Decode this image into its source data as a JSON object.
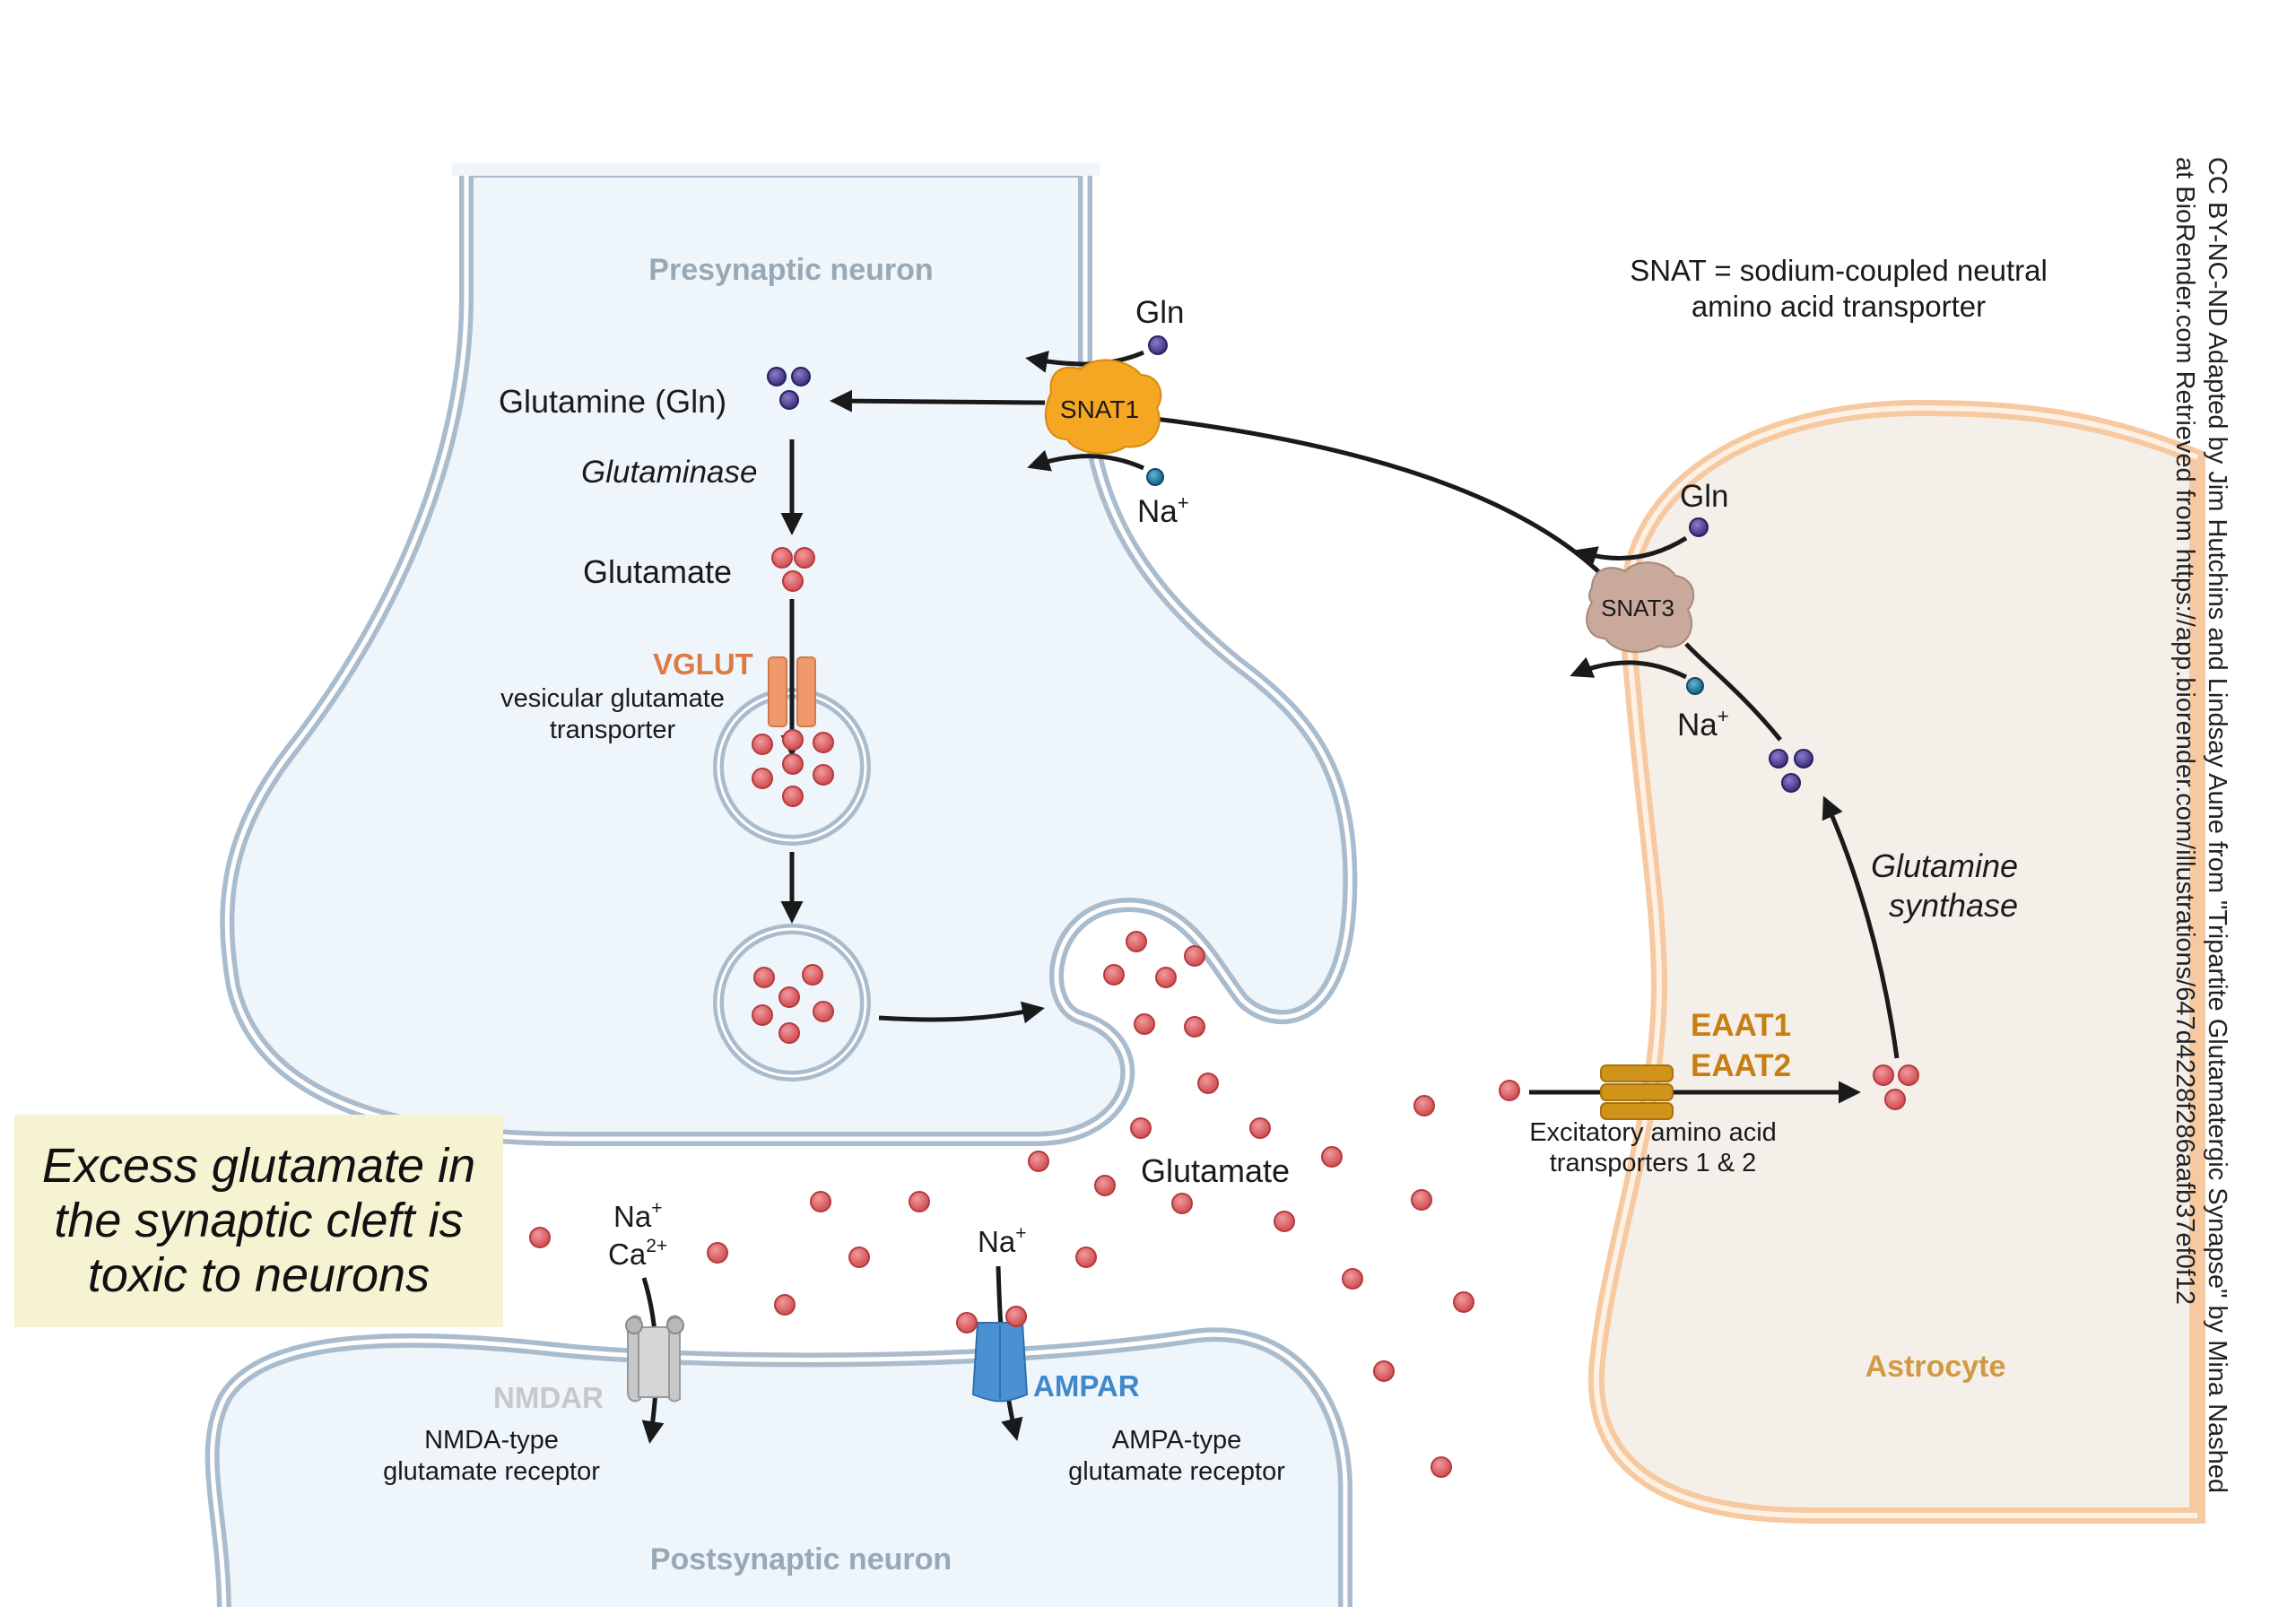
{
  "labels": {
    "presynaptic": "Presynaptic neuron",
    "postsynaptic": "Postsynaptic neuron",
    "astrocyte": "Astrocyte",
    "glutamine": "Glutamine (Gln)",
    "glutaminase": "Glutaminase",
    "glutamate_pre": "Glutamate",
    "glutamate_cleft": "Glutamate",
    "vglut": "VGLUT",
    "vglut_desc_1": "vesicular glutamate",
    "vglut_desc_2": "transporter",
    "snat1": "SNAT1",
    "snat3": "SNAT3",
    "gln_top": "Gln",
    "gln_astro": "Gln",
    "na_top": "Na",
    "na_astro": "Na",
    "plus": "+",
    "snat_def_1": "SNAT = sodium-coupled neutral",
    "snat_def_2": "amino acid transporter",
    "glutamine_synthase_1": "Glutamine",
    "glutamine_synthase_2": "synthase",
    "eaat1": "EAAT1",
    "eaat2": "EAAT2",
    "eaat_desc_1": "Excitatory amino acid",
    "eaat_desc_2": "transporters 1 & 2",
    "nmda_na": "Na",
    "nmda_ca": "Ca",
    "two_plus": "2+",
    "ampa_na": "Na",
    "nmdar": "NMDAR",
    "nmdar_desc_1": "NMDA-type",
    "nmdar_desc_2": "glutamate receptor",
    "ampar": "AMPAR",
    "ampar_desc_1": "AMPA-type",
    "ampar_desc_2": "glutamate receptor"
  },
  "callout": {
    "text": "Excess glutamate in\nthe synaptic cleft is\ntoxic to neurons"
  },
  "credit": {
    "text": "CC BY-NC-ND Adapted by Jim Hutchins and Lindsay Aune from \"Tripartite Glutamatergic Synapse\" by Mina Nashed\nat BioRender.com Retrieved from https://app.biorender.com/illustrations/647d4228f286aafb37ef0f12"
  },
  "colors": {
    "neuron_fill": "#eef5fb",
    "neuron_membrane": "#a9bccd",
    "astrocyte_fill": "#f5efea",
    "astrocyte_membrane": "#f6c9a0",
    "glutamate": "#d9555a",
    "glutamine": "#4a3b8c",
    "sodium": "#1b6e96",
    "snat1": "#f5a623",
    "snat3": "#c9a99b",
    "vglut": "#ef9a6b",
    "eaat": "#d1941b",
    "eaat_text": "#c77f12",
    "vglut_text": "#e07a45",
    "nmdar": "#c8c8c8",
    "ampar": "#4b91d1",
    "ampar_text": "#3f88c9",
    "label_grey": "#97a8b6",
    "astrocyte_text": "#d29a45",
    "callout_bg": "#f5f3d2"
  },
  "icons": [
    "glutamate-molecule-icon",
    "glutamine-molecule-icon",
    "sodium-ion-icon",
    "transporter-icon",
    "receptor-channel-icon",
    "vesicle-icon",
    "arrow-icon"
  ]
}
